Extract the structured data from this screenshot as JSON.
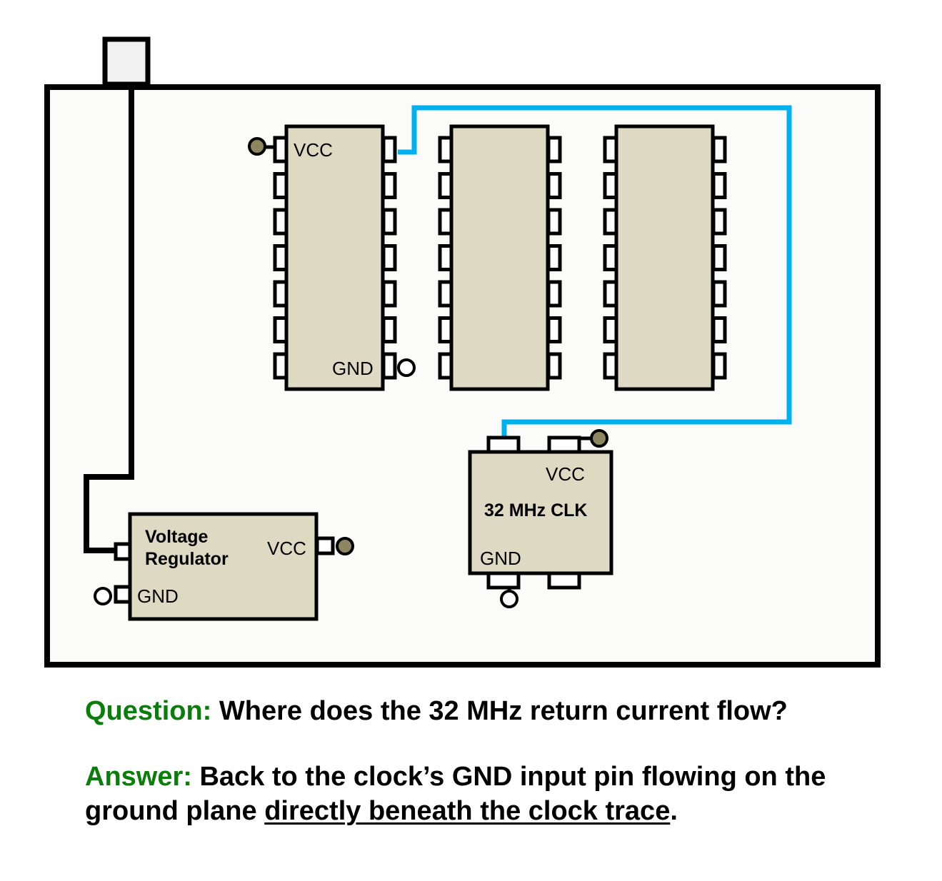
{
  "colors": {
    "board_fill": "#fbfbf9",
    "outline": "#000000",
    "chip_fill": "#ded9c3",
    "connector_fill": "#f2f1f2",
    "clock_trace": "#00b0f0",
    "power_via": "#8e8660",
    "ground_via": "#ffffff",
    "qa_lead": "#0a7d0a"
  },
  "chips": {
    "ic1": {
      "vcc_label": "VCC",
      "gnd_label": "GND",
      "pins_per_side": 7
    },
    "ic2": {
      "pins_per_side": 7
    },
    "ic3": {
      "pins_per_side": 7
    }
  },
  "clock": {
    "title": "32 MHz CLK",
    "vcc_label": "VCC",
    "gnd_label": "GND"
  },
  "regulator": {
    "title_line1": "Voltage",
    "title_line2": "Regulator",
    "vcc_label": "VCC",
    "gnd_label": "GND"
  },
  "qa": {
    "question_lead": "Question:",
    "question_text": "Where does the 32 MHz return current flow?",
    "answer_lead": "Answer:",
    "answer_text_part1": "Back to the clock’s GND input pin flowing on the ground plane",
    "answer_text_underlined": "directly beneath the clock trace",
    "answer_text_end": "."
  }
}
